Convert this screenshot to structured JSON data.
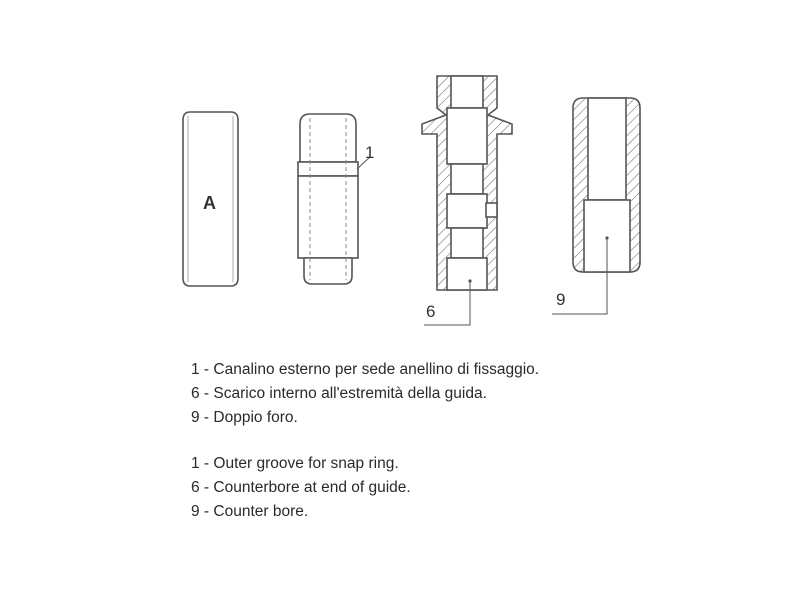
{
  "diagram": {
    "part_a_label": "A",
    "callouts": {
      "c1": "1",
      "c6": "6",
      "c9": "9"
    }
  },
  "legend": {
    "italian": [
      "1 - Canalino esterno per sede anellino di fissaggio.",
      "6 - Scarico interno all'estremità della guida.",
      "9 - Doppio foro."
    ],
    "english": [
      "1 - Outer groove for snap ring.",
      "6 - Counterbore at end of guide.",
      "9 - Counter bore."
    ]
  },
  "colors": {
    "line": "#555555",
    "hatch": "#777777"
  }
}
